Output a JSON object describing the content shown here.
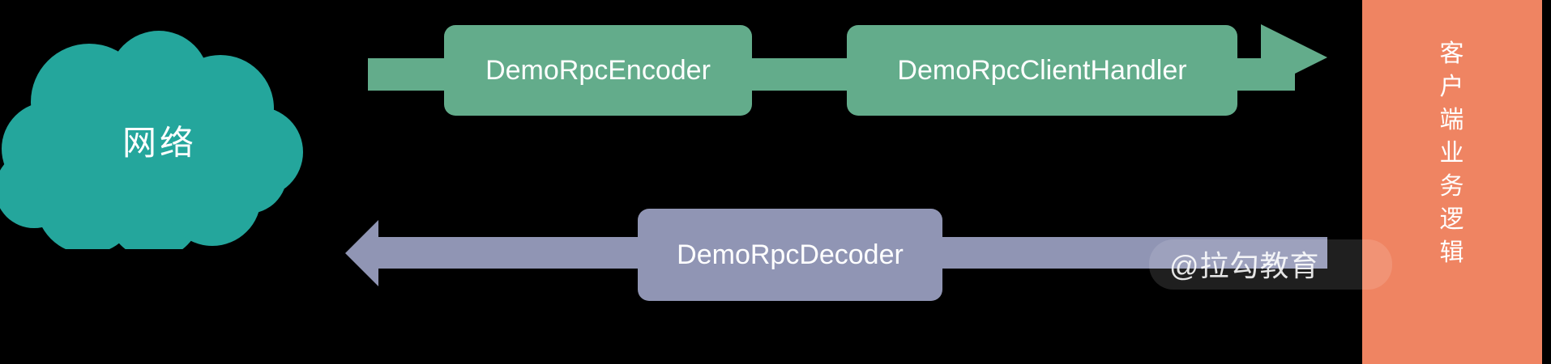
{
  "diagram": {
    "title": "Netty RPC client pipeline",
    "background_color": "#000000",
    "network": {
      "label": "网络",
      "shape": "cloud",
      "color": "#24a69c"
    },
    "flows": [
      {
        "id": "outbound",
        "direction": "right",
        "color": "#63ac8b",
        "nodes": [
          {
            "id": "encoder",
            "label": "DemoRpcEncoder"
          },
          {
            "id": "client-handler",
            "label": "DemoRpcClientHandler"
          }
        ]
      },
      {
        "id": "inbound",
        "direction": "left",
        "color": "#9095b4",
        "nodes": [
          {
            "id": "decoder",
            "label": "DemoRpcDecoder"
          }
        ]
      }
    ],
    "business_panel": {
      "color": "#ef8462",
      "label": "客户端业务逻辑",
      "characters": [
        "客",
        "户",
        "端",
        "业",
        "务",
        "逻",
        "辑"
      ]
    },
    "watermark": {
      "text": "@拉勾教育"
    }
  }
}
